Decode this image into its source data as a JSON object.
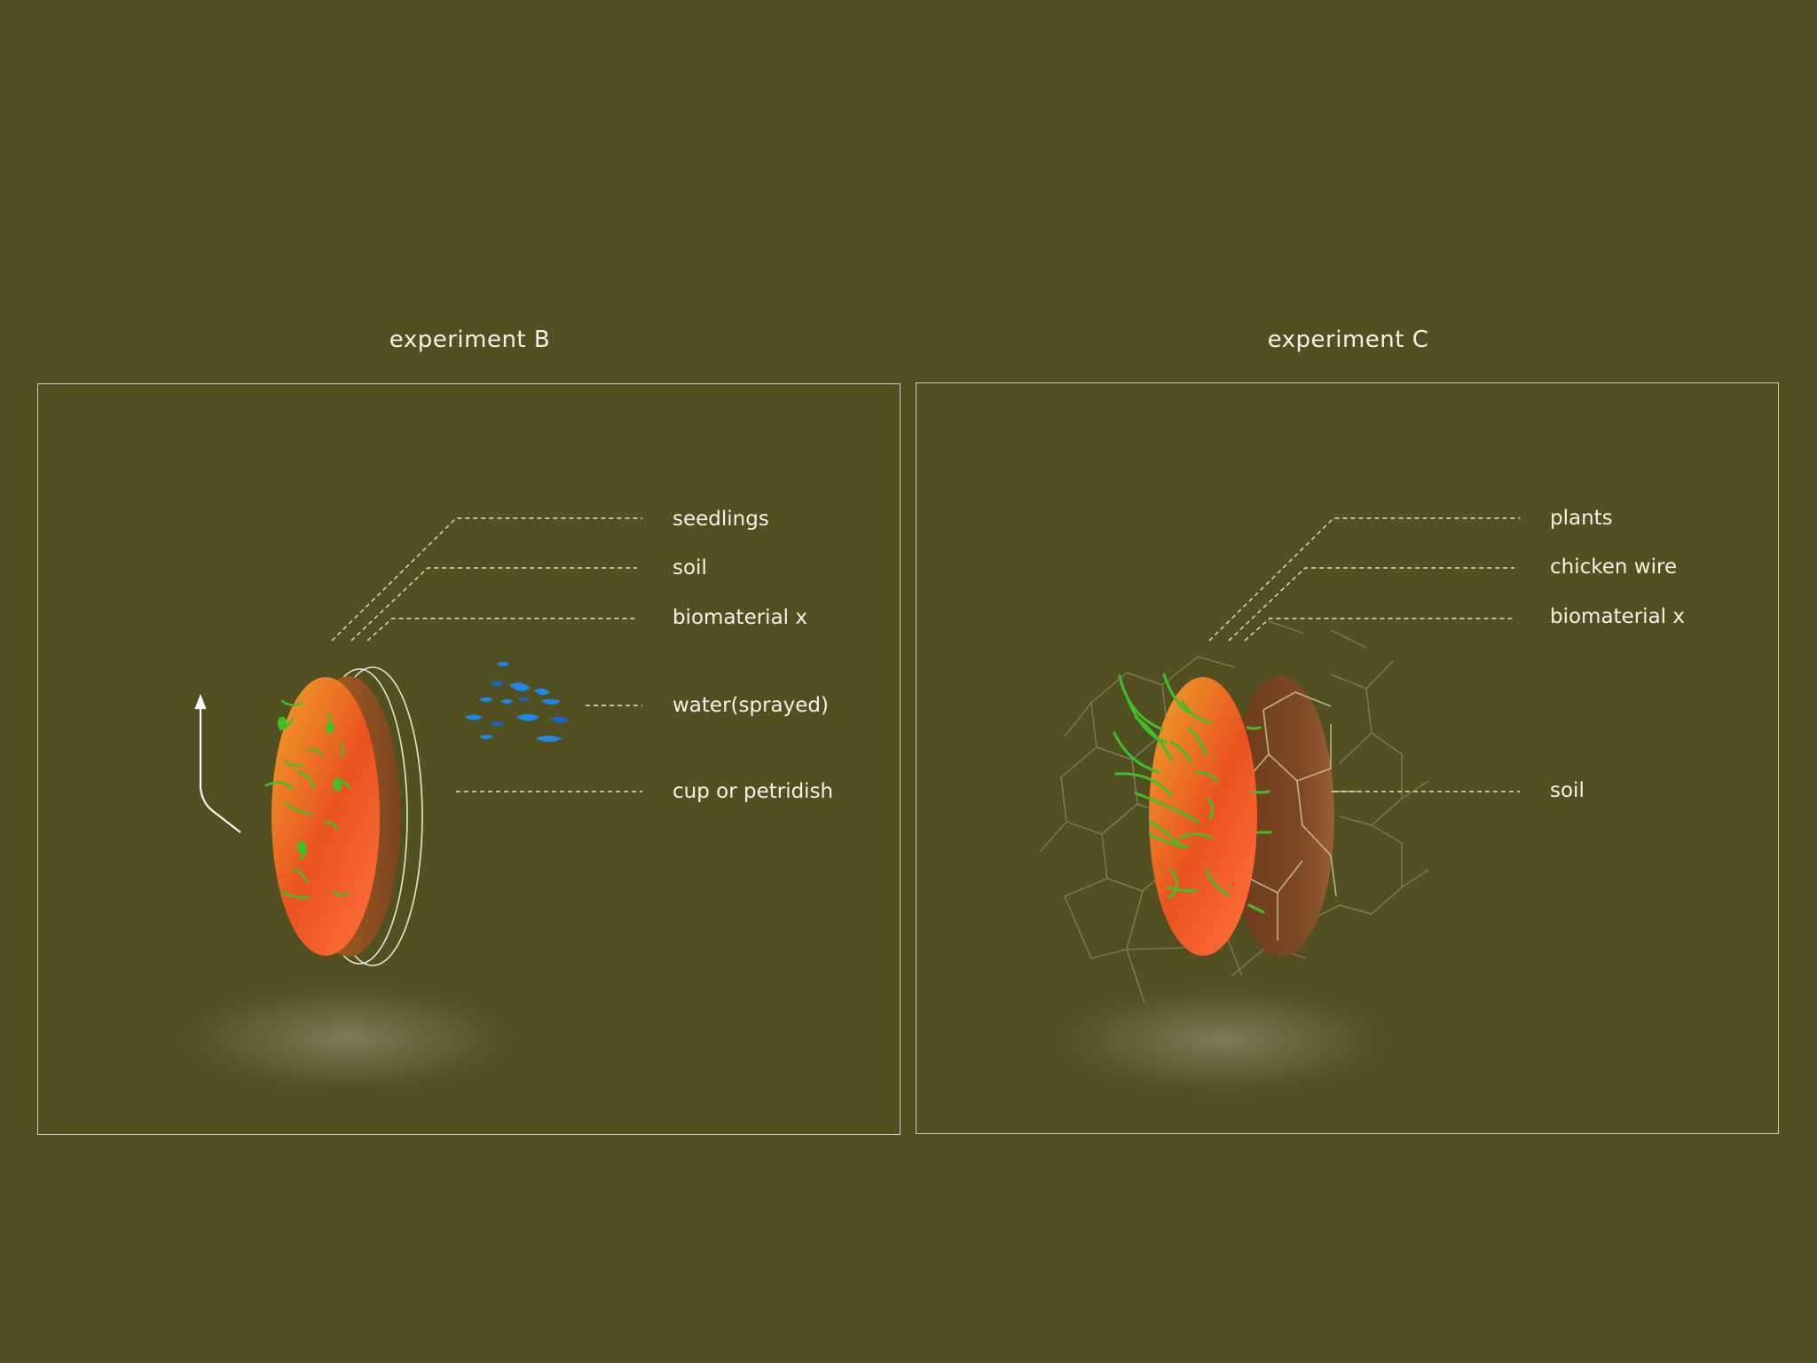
{
  "experiment_b": {
    "title": "experiment B",
    "labels": {
      "seedlings": "seedlings",
      "soil": "soil",
      "biomaterial": "biomaterial x",
      "water": "water(sprayed)",
      "cup": "cup or petridish"
    }
  },
  "experiment_c": {
    "title": "experiment C",
    "labels": {
      "plants": "plants",
      "chicken_wire": "chicken wire",
      "biomaterial": "biomaterial x",
      "soil": "soil"
    }
  },
  "colors": {
    "background": "#524f21",
    "soil_orange": "#f07a2a",
    "seedling_green": "#3fbf2a",
    "water_blue": "#1e88e8",
    "outline": "#cfcbb4"
  }
}
